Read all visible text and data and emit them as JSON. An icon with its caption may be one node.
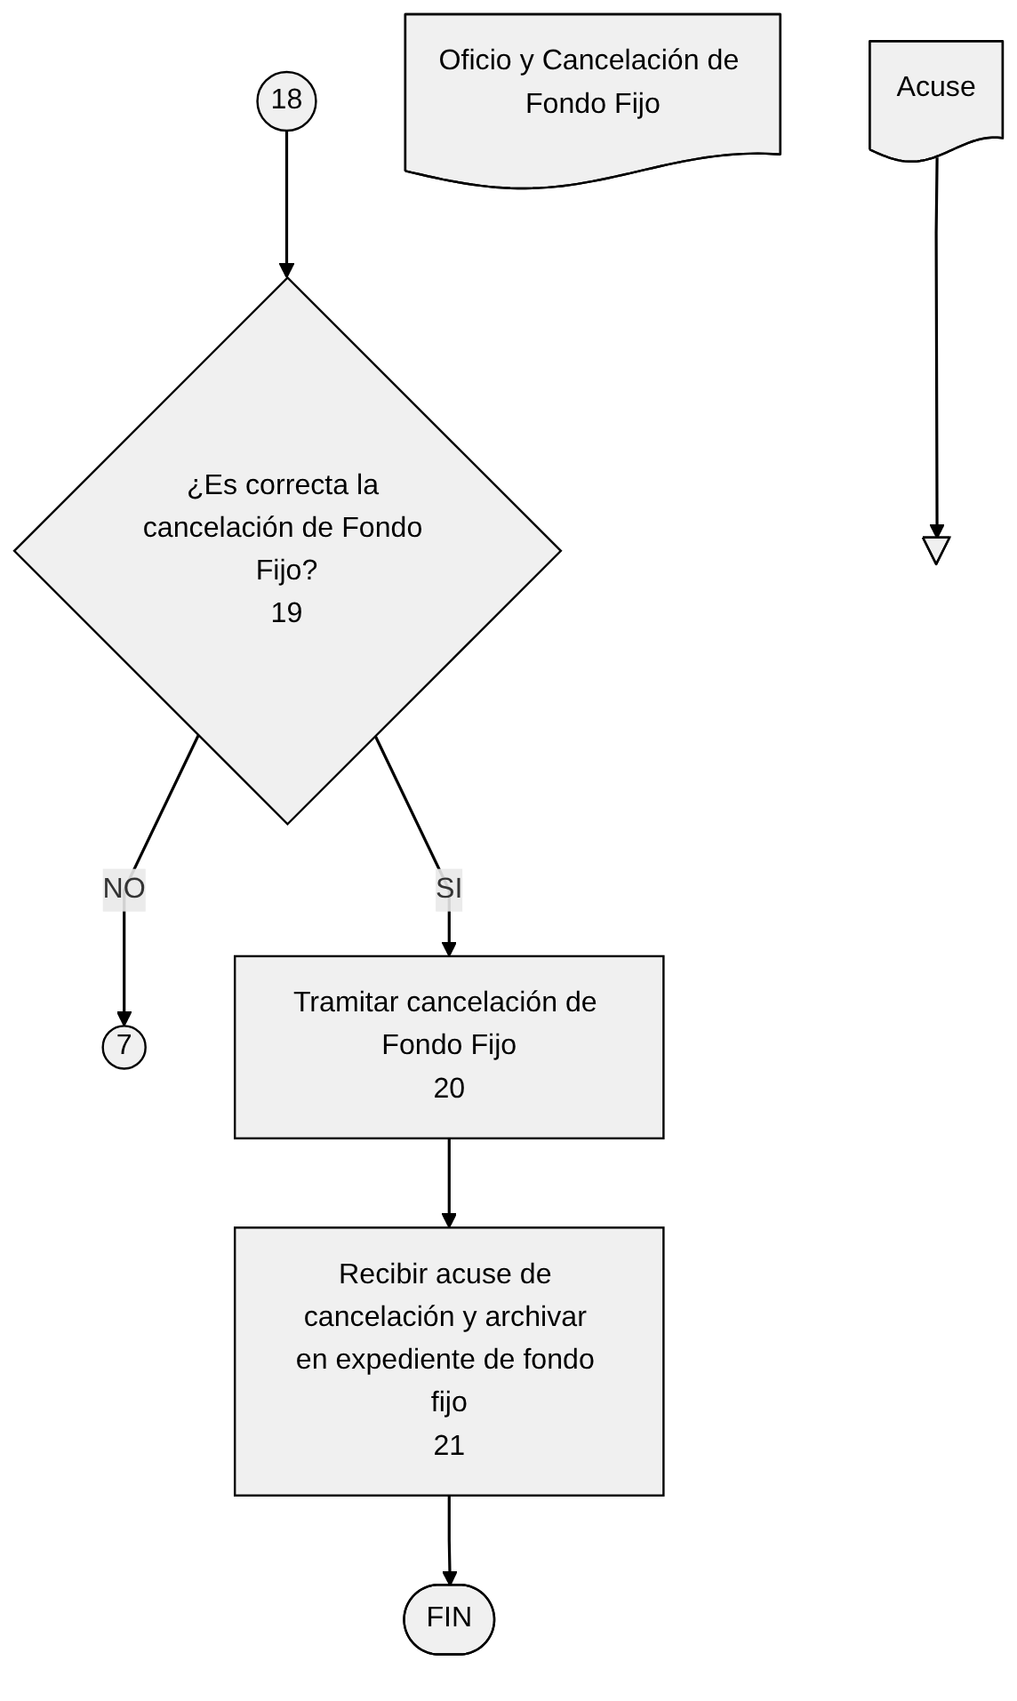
{
  "diagram": {
    "nodes": [
      {
        "text": [
          "18"
        ]
      },
      {
        "text": [
          "¿Es correcta la cancelación de Fondo Fijo?",
          "19"
        ]
      },
      {
        "text": [
          "7"
        ]
      },
      {
        "text": [
          "Oficio y Cancelación de Fondo Fijo"
        ]
      },
      {
        "text": [
          "Tramitar cancelación de Fondo Fijo",
          "20"
        ]
      },
      {
        "text": [
          "Acuse"
        ]
      },
      {
        "text": [
          "Recibir acuse de cancelación y archivar en expediente de fondo fijo",
          "21"
        ]
      },
      {
        "text": [],
        "shape": "triangle"
      },
      {
        "text": [
          "FIN"
        ]
      }
    ],
    "edges": [
      {
        "from": 0,
        "to": 1,
        "arrow": "to"
      },
      {
        "from": 1,
        "to": 2,
        "arrow": "to",
        "label": "NO"
      },
      {
        "from": 1,
        "to": 4,
        "arrow": "to",
        "label": "SI"
      },
      {
        "from": 4,
        "to": 6,
        "arrow": "to"
      },
      {
        "from": 5,
        "to": 7,
        "arrow": "to"
      },
      {
        "from": 6,
        "to": 8,
        "arrow": "to"
      }
    ]
  }
}
